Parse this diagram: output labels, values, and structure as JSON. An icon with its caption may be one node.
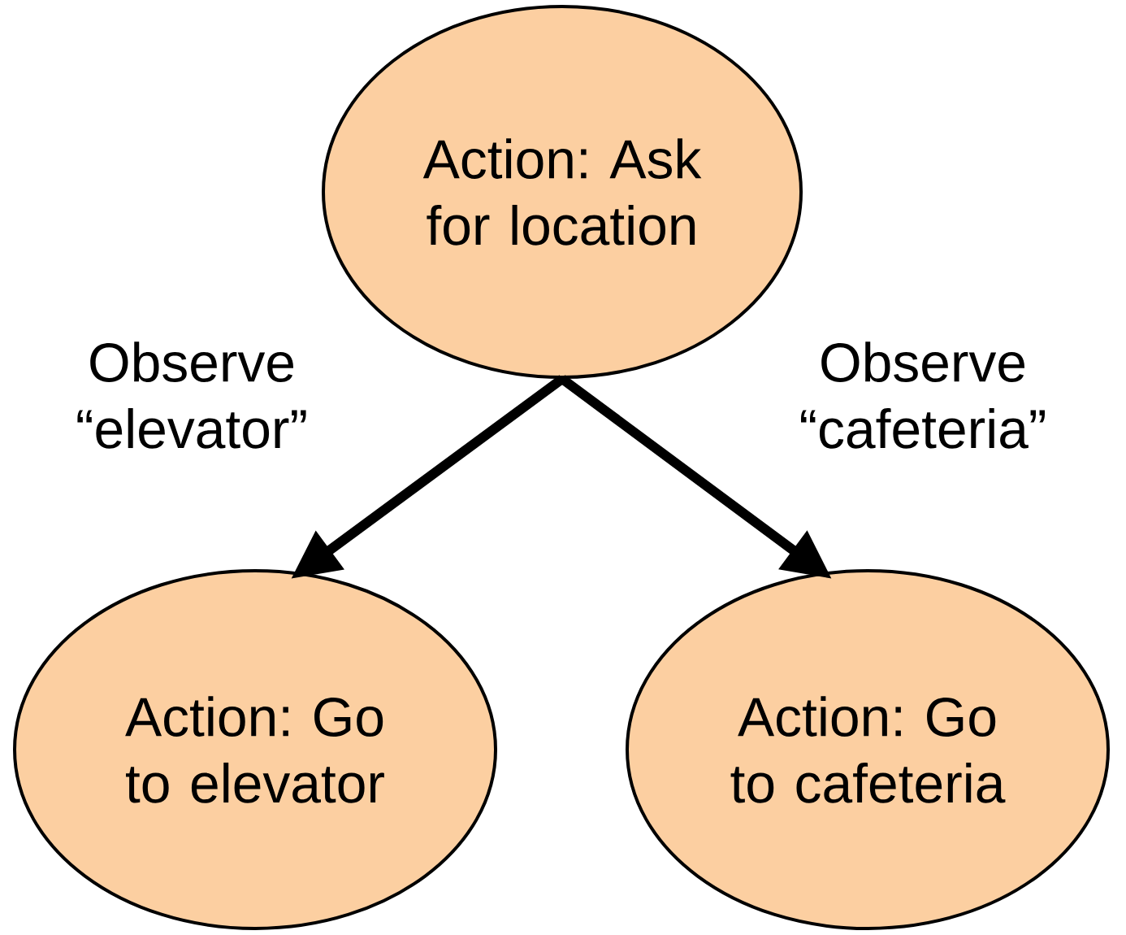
{
  "diagram": {
    "nodes": [
      {
        "text": [
          "Action: Ask for location"
        ]
      },
      {
        "text": [
          "Action: Go to elevator"
        ]
      },
      {
        "text": [
          "Action: Go to cafeteria"
        ]
      }
    ],
    "edges": [
      {
        "from": 0,
        "to": 1,
        "arrow": "to",
        "label": "Observe “elevator”"
      },
      {
        "from": 0,
        "to": 2,
        "arrow": "to",
        "label": "Observe “cafeteria”"
      }
    ]
  }
}
